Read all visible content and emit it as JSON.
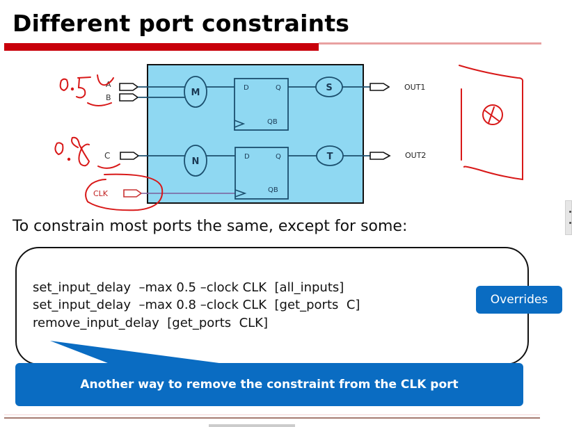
{
  "slide": {
    "title": "Different port constraints",
    "subtitle": "To constrain most ports the same, except for some:"
  },
  "diagram": {
    "inputs": [
      {
        "label": "A"
      },
      {
        "label": "B"
      },
      {
        "label": "C"
      },
      {
        "label": "CLK"
      }
    ],
    "outputs": [
      {
        "label": "OUT1"
      },
      {
        "label": "OUT2"
      }
    ],
    "logic_blocks": [
      {
        "label": "M"
      },
      {
        "label": "N"
      },
      {
        "label": "S"
      },
      {
        "label": "T"
      }
    ],
    "flip_flops": [
      {
        "d": "D",
        "q": "Q",
        "qb": "QB"
      },
      {
        "d": "D",
        "q": "Q",
        "qb": "QB"
      }
    ],
    "colors": {
      "block_fill": "#8fd8f2",
      "block_stroke": "#1b4f6e",
      "annotation": "#d81818"
    }
  },
  "annotations": {
    "handwritten_1": "0.5",
    "handwritten_2": "0.8"
  },
  "code": {
    "lines": [
      "set_input_delay  –max 0.5 –clock CLK  [all_inputs]",
      "set_input_delay  –max 0.8 –clock CLK  [get_ports  C]",
      "remove_input_delay  [get_ports  CLK]"
    ]
  },
  "overrides_label": "Overrides",
  "callout_text": "Another way to remove the constraint from the CLK port",
  "colors": {
    "title_bar": "#c8000a",
    "callout": "#0a6cc2"
  }
}
